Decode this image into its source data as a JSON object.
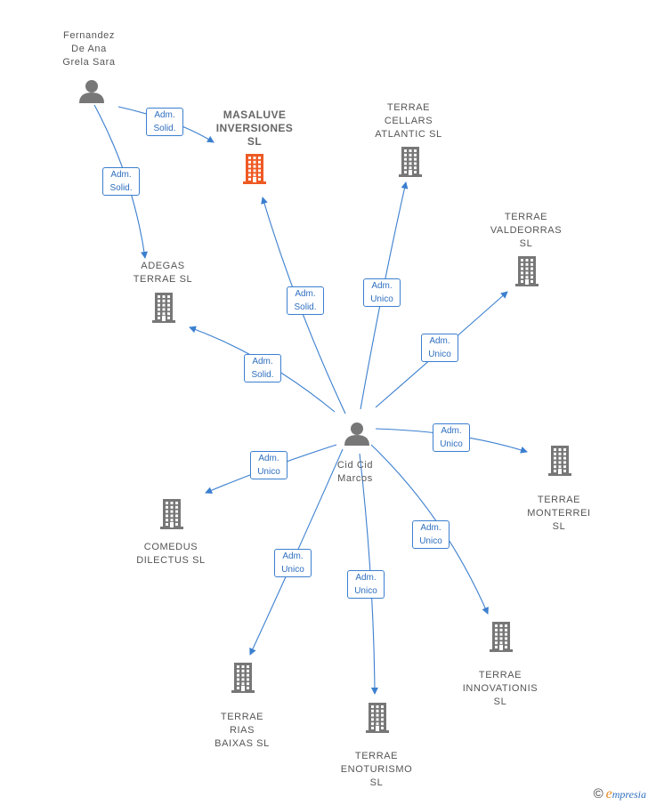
{
  "colors": {
    "edge": "#3b7fcf",
    "company": "#777777",
    "focus_company": "#ee5a24",
    "person": "#777777"
  },
  "nodes": [
    {
      "id": "fernandez",
      "kind": "person",
      "label": "Fernandez\nDe Ana\nGrela Sara"
    },
    {
      "id": "cid",
      "kind": "person",
      "label": "Cid Cid\nMarcos"
    },
    {
      "id": "masaluve",
      "kind": "company",
      "focus": true,
      "label": "MASALUVE\nINVERSIONES\nSL"
    },
    {
      "id": "cellars",
      "kind": "company",
      "label": "TERRAE\nCELLARS\nATLANTIC  SL"
    },
    {
      "id": "valdeorras",
      "kind": "company",
      "label": "TERRAE\nVALDEORRAS\nSL"
    },
    {
      "id": "adegas",
      "kind": "company",
      "label": "ADEGAS\nTERRAE  SL"
    },
    {
      "id": "monterrei",
      "kind": "company",
      "label": "TERRAE\nMONTERREI\nSL"
    },
    {
      "id": "comedus",
      "kind": "company",
      "label": "COMEDUS\nDILECTUS  SL"
    },
    {
      "id": "innovationis",
      "kind": "company",
      "label": "TERRAE\nINNOVATIONIS\nSL"
    },
    {
      "id": "rias",
      "kind": "company",
      "label": "TERRAE\nRIAS\nBAIXAS  SL"
    },
    {
      "id": "enoturismo",
      "kind": "company",
      "label": "TERRAE\nENOTURISMO\nSL"
    }
  ],
  "edges": [
    {
      "from": "fernandez",
      "to": "masaluve",
      "label": "Adm.\nSolid."
    },
    {
      "from": "fernandez",
      "to": "adegas",
      "label": "Adm.\nSolid."
    },
    {
      "from": "cid",
      "to": "masaluve",
      "label": "Adm.\nSolid."
    },
    {
      "from": "cid",
      "to": "cellars",
      "label": "Adm.\nUnico"
    },
    {
      "from": "cid",
      "to": "valdeorras",
      "label": "Adm.\nUnico"
    },
    {
      "from": "cid",
      "to": "adegas",
      "label": "Adm.\nSolid."
    },
    {
      "from": "cid",
      "to": "monterrei",
      "label": "Adm.\nUnico"
    },
    {
      "from": "cid",
      "to": "comedus",
      "label": "Adm.\nUnico"
    },
    {
      "from": "cid",
      "to": "innovationis",
      "label": "Adm.\nUnico"
    },
    {
      "from": "cid",
      "to": "rias",
      "label": "Adm.\nUnico"
    },
    {
      "from": "cid",
      "to": "enoturismo",
      "label": "Adm.\nUnico"
    }
  ],
  "brand": {
    "copyright": "©",
    "initial": "e",
    "name": "mpresia"
  }
}
